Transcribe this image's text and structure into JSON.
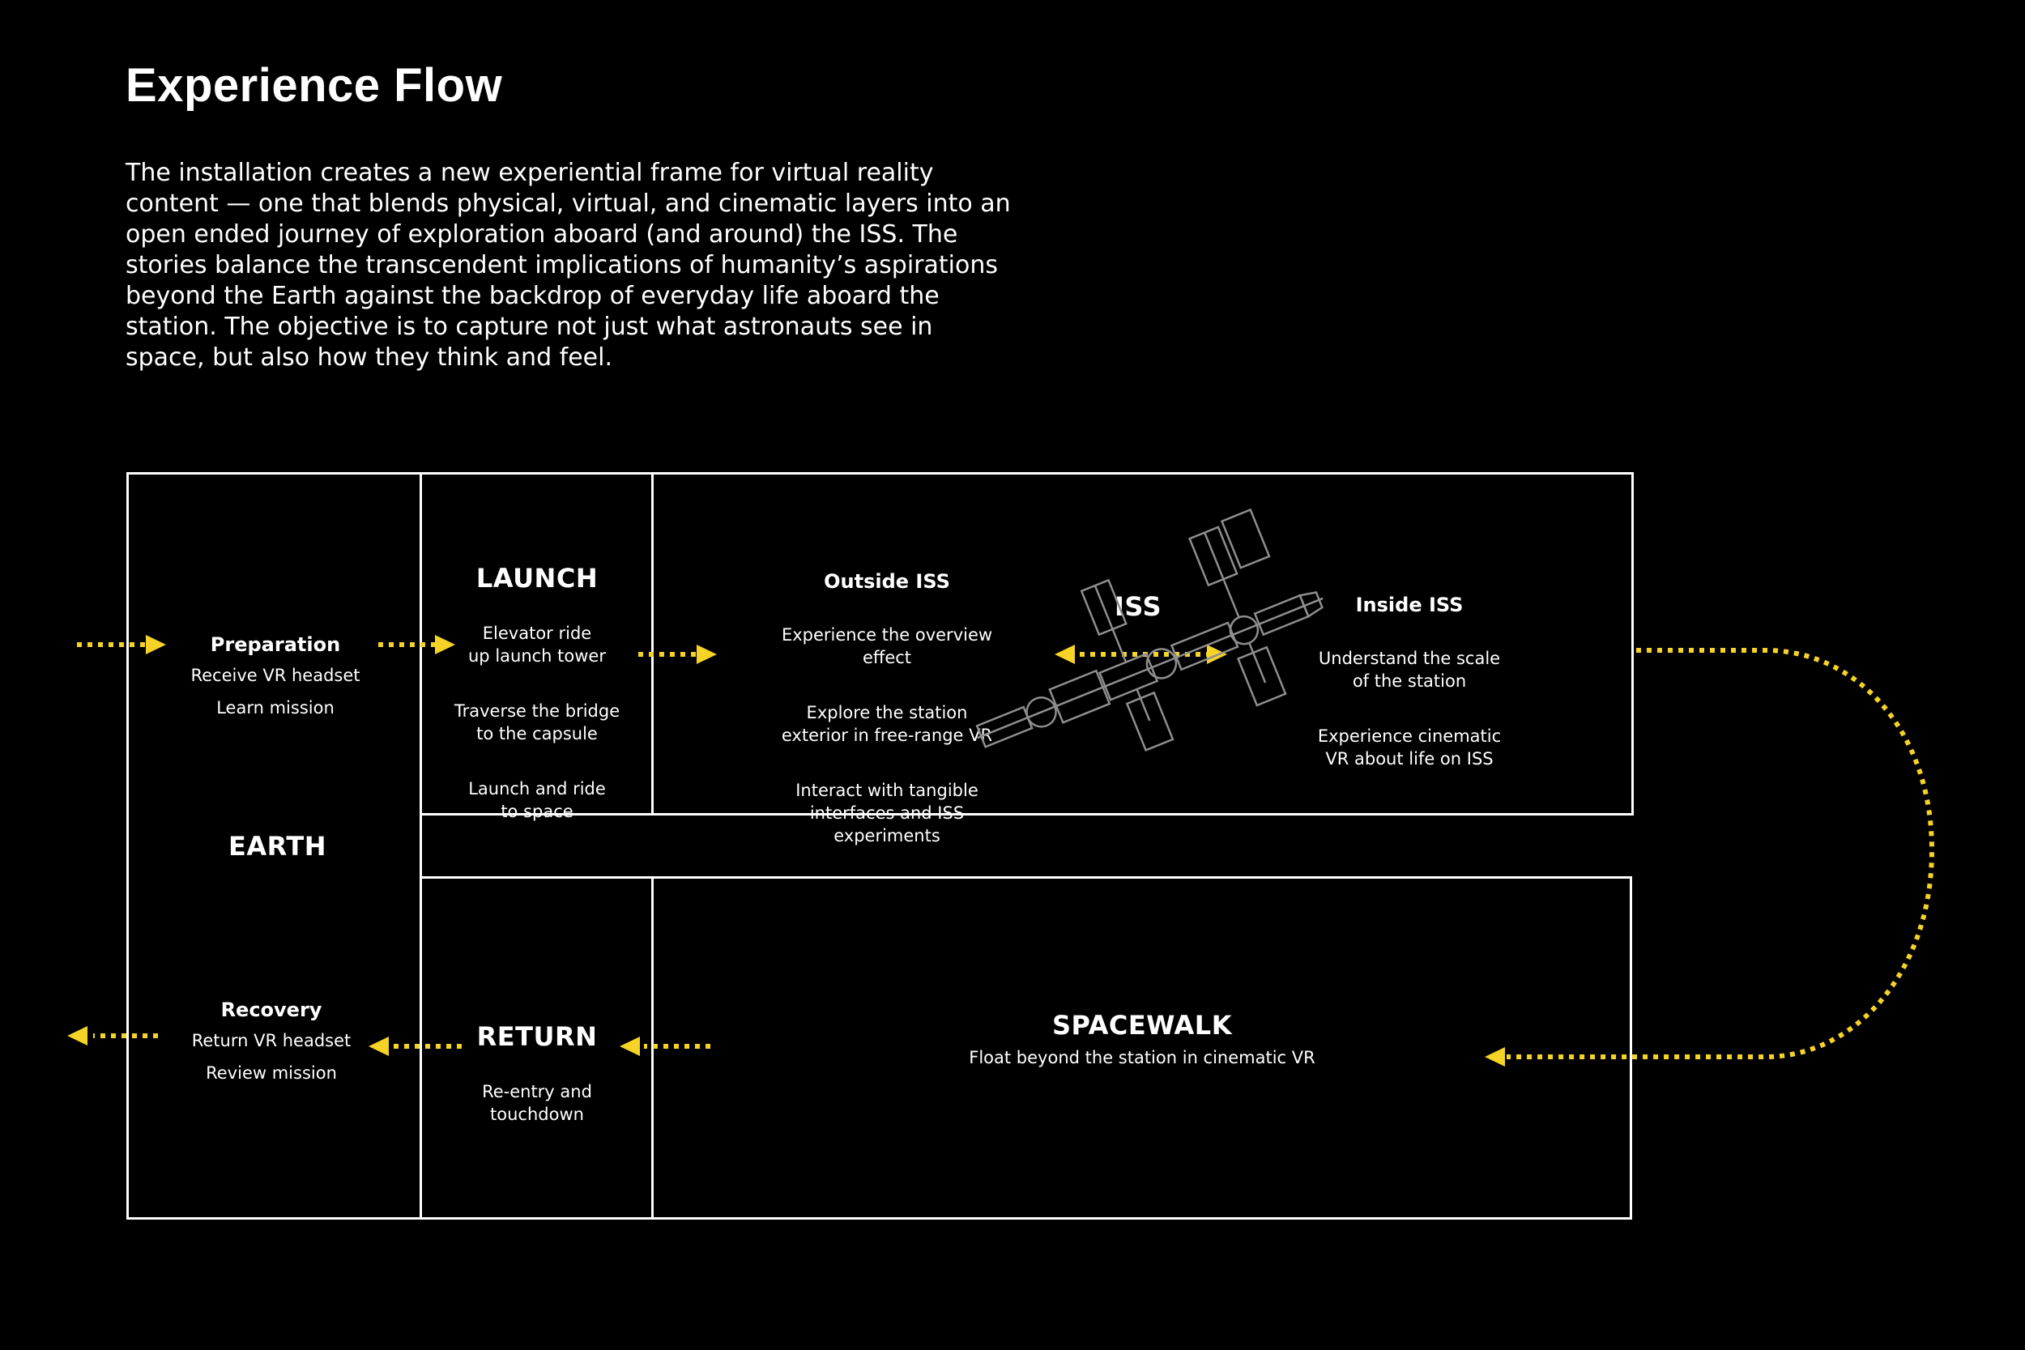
{
  "page": {
    "title": "Experience Flow",
    "intro": "The installation creates a new experiential frame for virtual reality content — one that blends physical, virtual, and cinematic layers into an open ended journey of exploration aboard (and around) the ISS. The stories balance the transcendent implications of humanity’s aspirations beyond the Earth against the backdrop of everyday life aboard the station. The objective is to capture not just what astronauts see in space, but also how they think and feel."
  },
  "colors": {
    "background": "#000000",
    "line": "#ffffff",
    "arrow": "#f5d327"
  },
  "icons": {
    "iss": "space-station-icon"
  },
  "earth": {
    "label": "EARTH",
    "preparation": {
      "title": "Preparation",
      "items": [
        "Receive VR headset",
        "Learn mission"
      ]
    },
    "recovery": {
      "title": "Recovery",
      "items": [
        "Return VR headset",
        "Review mission"
      ]
    }
  },
  "launch": {
    "label": "LAUNCH",
    "items": [
      "Elevator ride\nup launch tower",
      "Traverse the bridge\nto the capsule",
      "Launch and ride\nto space"
    ]
  },
  "iss": {
    "label": "ISS",
    "outside": {
      "title": "Outside ISS",
      "items": [
        "Experience the overview\neffect",
        "Explore the station\nexterior in free-range VR",
        "Interact with tangible\ninterfaces and ISS\nexperiments"
      ]
    },
    "inside": {
      "title": "Inside ISS",
      "items": [
        "Understand the scale\nof the station",
        "Experience cinematic\nVR about life on ISS"
      ]
    }
  },
  "return": {
    "label": "RETURN",
    "items": [
      "Re-entry and\ntouchdown"
    ]
  },
  "spacewalk": {
    "label": "SPACEWALK",
    "items": [
      "Float beyond the station in cinematic VR"
    ]
  }
}
